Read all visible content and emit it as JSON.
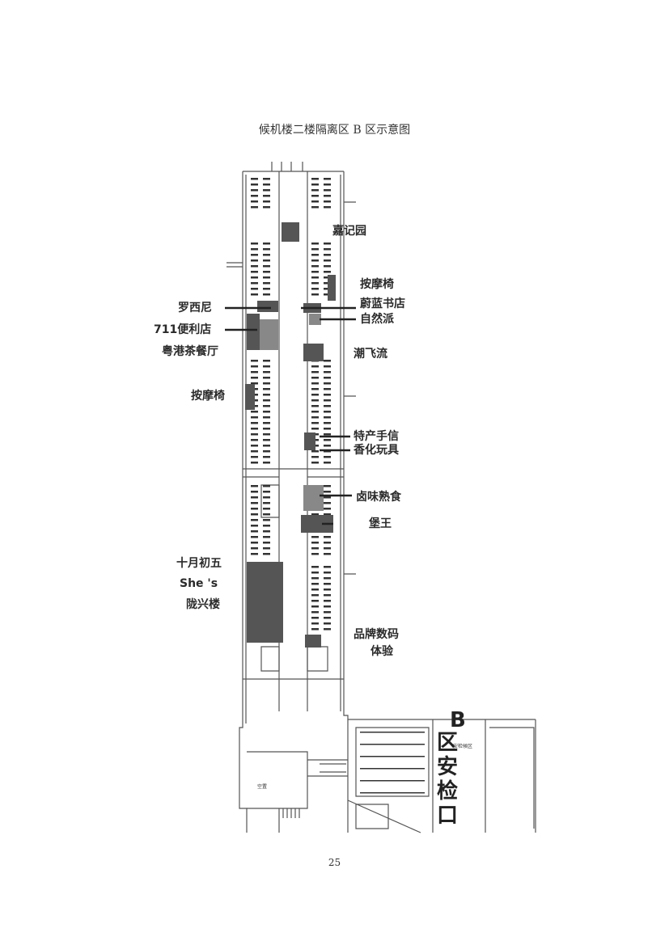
{
  "page": {
    "title": "候机楼二楼隔离区 B 区示意图",
    "page_number": "25"
  },
  "map": {
    "right_labels": {
      "jiajiyuan": "嘉记园",
      "massage_right": "按摩椅",
      "weilan": "蔚蓝书店",
      "ziranpai": "自然派",
      "chaofeiliu": "潮飞流",
      "techan": "特产手信",
      "xianghua": "香化玩具",
      "luwei": "卤味熟食",
      "baowang": "堡王",
      "pinpai_1": "品牌数码",
      "pinpai_2": "体验"
    },
    "left_labels": {
      "luoxini": "罗西尼",
      "seven_eleven": "711便利店",
      "yuegang": "粤港茶餐厅",
      "massage_left": "按摩椅",
      "shiyue": "十月初五",
      "shes": "She 's",
      "longxing": "陇兴楼"
    },
    "security": {
      "letter": "B",
      "chars": [
        "区",
        "安",
        "检",
        "口"
      ],
      "waiting_area": "安检候区"
    },
    "small_labels": {
      "vacant": "空置"
    }
  }
}
